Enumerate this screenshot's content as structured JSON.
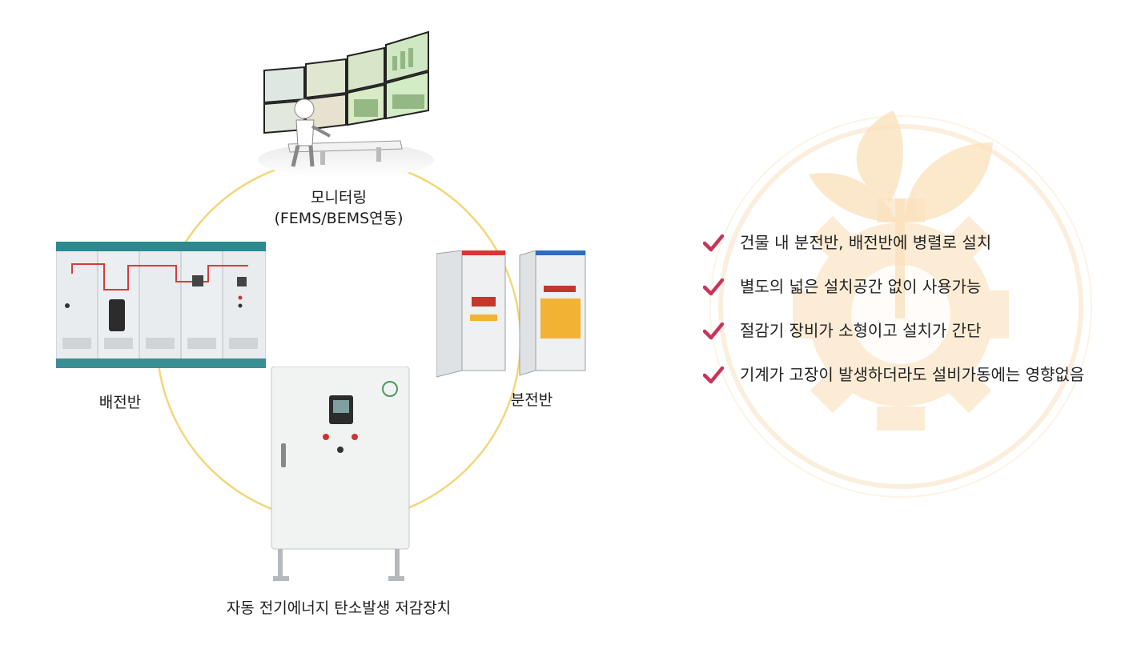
{
  "diagram": {
    "nodes": {
      "monitoring": {
        "line1": "모니터링",
        "line2": "(FEMS/BEMS연동)"
      },
      "distribution_board": {
        "label": "배전반"
      },
      "branch_board": {
        "label": "분전반"
      },
      "device": {
        "label": "자동 전기에너지 탄소발생 저감장치"
      }
    },
    "ring_color": "#f3d67a"
  },
  "features": {
    "check_color": "#c9335a",
    "items": [
      {
        "text": "건물 내 분전반, 배전반에 병렬로 설치"
      },
      {
        "text": "별도의 넓은 설치공간 없이 사용가능"
      },
      {
        "text": "절감기 장비가 소형이고 설치가 간단"
      },
      {
        "text": "기계가 고장이 발생하더라도 설비가동에는 영향없음"
      }
    ]
  },
  "watermark": {
    "icon": "eco-gear-leaf-icon",
    "color": "#fbe7c6"
  }
}
